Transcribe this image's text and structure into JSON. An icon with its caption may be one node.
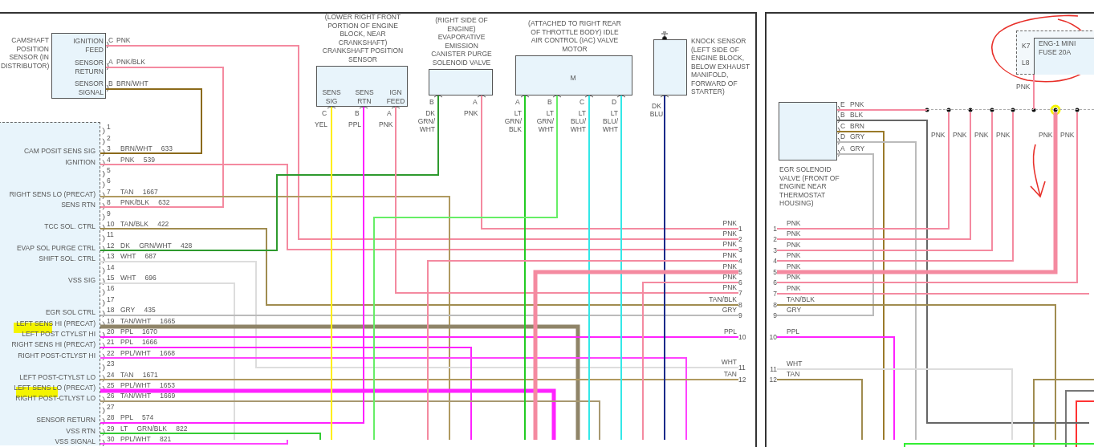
{
  "diagram": {
    "nodes": [
      {
        "text": [
          "CAMSHAFT POSITION SENSOR (IN DISTRIBUTOR)",
          "IGNITION FEED",
          "SENSOR RETURN",
          "SENSOR SIGNAL"
        ]
      },
      {
        "text": [
          "CAM POSIT SENS SIG",
          "IGNITION",
          "RIGHT SENS LO (PRECAT)",
          "SENS RTN",
          "TCC SOL. CTRL",
          "EVAP SOL PURGE CTRL",
          "SHIFT SOL. CTRL",
          "VSS SIG",
          "EGR SOL CTRL",
          "LEFT SENS HI (PRECAT)",
          "LEFT POST CTYLST HI",
          "RIGHT SENS HI (PRECAT)",
          "RIGHT POST-CTLYST HI",
          "LEFT POST-CTYLST LO",
          "LEFT SENS LO (PRECAT)",
          "RIGHT POST-CTLYST LO",
          "SENSOR RETURN",
          "VSS RTN",
          "VSS SIGNAL"
        ]
      },
      {
        "text": [
          "(LOWER RIGHT FRONT PORTION OF ENGINE BLOCK, NEAR CRANKSHAFT) CRANKSHAFT POSITION SENSOR",
          "SENS SIG",
          "SENS RTN",
          "IGN FEED"
        ]
      },
      {
        "text": [
          "(RIGHT SIDE OF ENGINE) EVAPORATIVE EMISSION CANISTER PURGE SOLENOID VALVE"
        ]
      },
      {
        "text": [
          "(ATTACHED TO RIGHT REAR OF THROTTLE BODY) IDLE AIR CONTROL (IAC) VALVE MOTOR",
          "M"
        ]
      },
      {
        "text": [
          "KNOCK SENSOR (LEFT SIDE OF ENGINE BLOCK, BELOW EXHAUST MANIFOLD, FORWARD OF STARTER)"
        ]
      },
      {
        "text": [
          "EGR SOLENOID VALVE (FRONT OF ENGINE NEAR THERMOSTAT HOUSING)"
        ]
      },
      {
        "text": [
          "K7",
          "ENG-1 MINI FUSE 20A",
          "L8"
        ]
      },
      {
        "text": [
          "1"
        ],
        "beside": [
          "PNK"
        ]
      },
      {
        "text": [
          "2"
        ],
        "beside": [
          "PNK"
        ]
      },
      {
        "text": [
          "3"
        ],
        "beside": [
          "PNK"
        ]
      },
      {
        "text": [
          "4"
        ],
        "beside": [
          "PNK"
        ]
      },
      {
        "text": [
          "5"
        ],
        "beside": [
          "PNK"
        ]
      },
      {
        "text": [
          "6"
        ],
        "beside": [
          "PNK"
        ]
      },
      {
        "text": [
          "7"
        ],
        "beside": [
          "PNK"
        ]
      },
      {
        "text": [
          "8"
        ],
        "beside": [
          "TAN/BLK"
        ]
      },
      {
        "text": [
          "9"
        ],
        "beside": [
          "GRY"
        ]
      },
      {
        "text": [
          "10"
        ],
        "beside": [
          "PPL"
        ]
      },
      {
        "text": [
          "11"
        ],
        "beside": [
          "WHT"
        ]
      },
      {
        "text": [
          "12"
        ],
        "beside": [
          "TAN"
        ]
      },
      {
        "text": [
          "1"
        ],
        "beside": [
          "PNK"
        ]
      },
      {
        "text": [
          "2"
        ],
        "beside": [
          "PNK"
        ]
      },
      {
        "text": [
          "3"
        ],
        "beside": [
          "PNK"
        ]
      },
      {
        "text": [
          "4"
        ],
        "beside": [
          "PNK"
        ]
      },
      {
        "text": [
          "5"
        ],
        "beside": [
          "PNK"
        ]
      },
      {
        "text": [
          "6"
        ],
        "beside": [
          "PNK"
        ]
      },
      {
        "text": [
          "7"
        ],
        "beside": [
          "PNK"
        ]
      },
      {
        "text": [
          "8"
        ],
        "beside": [
          "TAN/BLK"
        ]
      },
      {
        "text": [
          "9"
        ],
        "beside": [
          "GRY"
        ]
      },
      {
        "text": [
          "10"
        ],
        "beside": [
          "PPL"
        ]
      },
      {
        "text": [
          "11"
        ],
        "beside": [
          "WHT"
        ]
      },
      {
        "text": [
          "12"
        ],
        "beside": [
          "TAN"
        ]
      },
      {
        "text": [],
        "shape": "bar"
      }
    ],
    "edges": [
      {
        "from": 0,
        "to": 9,
        "arrow": "none",
        "color": "#f48aa0"
      },
      {
        "from": 0,
        "to": 1,
        "arrow": "none",
        "color": "#f48aa0"
      },
      {
        "from": 0,
        "to": 1,
        "arrow": "none",
        "color": "#8b6a1a"
      },
      {
        "from": 1,
        "to": 10,
        "arrow": "none",
        "color": "#f48aa0"
      },
      {
        "from": 1,
        "to": null,
        "arrow": "none",
        "color": "#b09a60"
      },
      {
        "from": 1,
        "to": 15,
        "arrow": "none",
        "color": "#a08c50"
      },
      {
        "from": 1,
        "to": 3,
        "arrow": "none",
        "color": "#2e9a2e"
      },
      {
        "from": 1,
        "to": 18,
        "arrow": "none",
        "color": "#dddddd"
      },
      {
        "from": 1,
        "to": null,
        "arrow": "none",
        "color": "#dddddd"
      },
      {
        "from": 1,
        "to": 16,
        "arrow": "none",
        "color": "#bbbbbb"
      },
      {
        "from": 1,
        "to": null,
        "arrow": "none",
        "style": "thick",
        "color": "#8f8468"
      },
      {
        "from": 1,
        "to": 17,
        "arrow": "none",
        "color": "#ff22ff"
      },
      {
        "from": 1,
        "to": null,
        "arrow": "none",
        "color": "#ff22ff"
      },
      {
        "from": 1,
        "to": null,
        "arrow": "none",
        "color": "#ff44ff"
      },
      {
        "from": 1,
        "to": 19,
        "arrow": "none",
        "color": "#b09a60"
      },
      {
        "from": 1,
        "to": null,
        "arrow": "none",
        "style": "thick",
        "color": "#ff22ff"
      },
      {
        "from": 1,
        "to": null,
        "arrow": "none",
        "color": "#a89870"
      },
      {
        "from": 2,
        "to": 1,
        "arrow": "none",
        "color": "#ff22ff"
      },
      {
        "from": 1,
        "to": null,
        "arrow": "none",
        "color": "#33cc33"
      },
      {
        "from": 1,
        "to": null,
        "arrow": "none",
        "color": "#ff44ff"
      },
      {
        "from": 2,
        "to": null,
        "arrow": "none",
        "color": "#ffee00"
      },
      {
        "from": 2,
        "to": 14,
        "arrow": "none",
        "color": "#f48aa0"
      },
      {
        "from": 3,
        "to": 8,
        "arrow": "none",
        "color": "#f48aa0"
      },
      {
        "from": 4,
        "to": null,
        "arrow": "none",
        "color": "#22cc22"
      },
      {
        "from": 4,
        "to": null,
        "arrow": "none",
        "color": "#66ee66"
      },
      {
        "from": 4,
        "to": null,
        "arrow": "none",
        "color": "#33e8e8"
      },
      {
        "from": 4,
        "to": null,
        "arrow": "none",
        "color": "#33e8e8"
      },
      {
        "from": 5,
        "to": null,
        "arrow": "none",
        "color": "#1a2a8a"
      },
      {
        "from": null,
        "to": 11,
        "arrow": "none",
        "color": "#f48aa0"
      },
      {
        "from": null,
        "to": 12,
        "arrow": "none",
        "style": "thick",
        "color": "#f48aa0"
      },
      {
        "from": null,
        "to": 13,
        "arrow": "none",
        "color": "#f48aa0"
      },
      {
        "from": 6,
        "to": 32,
        "arrow": "none",
        "color": "#f48aa0"
      },
      {
        "from": 6,
        "to": null,
        "arrow": "none",
        "color": "#666666"
      },
      {
        "from": 6,
        "to": null,
        "arrow": "none",
        "color": "#9a7a2a"
      },
      {
        "from": 6,
        "to": null,
        "arrow": "none",
        "color": "#bbbbbb"
      },
      {
        "from": 6,
        "to": 28,
        "arrow": "none",
        "color": "#bbbbbb"
      },
      {
        "from": 7,
        "to": 32,
        "arrow": "none",
        "color": "#f48aa0"
      },
      {
        "from": 32,
        "to": 20,
        "arrow": "none",
        "color": "#f48aa0"
      },
      {
        "from": 32,
        "to": 21,
        "arrow": "none",
        "color": "#f48aa0"
      },
      {
        "from": 32,
        "to": 22,
        "arrow": "none",
        "color": "#f48aa0"
      },
      {
        "from": 32,
        "to": 23,
        "arrow": "none",
        "color": "#f48aa0"
      },
      {
        "from": 32,
        "to": 24,
        "arrow": "none",
        "style": "thick",
        "color": "#f48aa0"
      },
      {
        "from": 32,
        "to": 25,
        "arrow": "none",
        "color": "#f48aa0"
      },
      {
        "from": 26,
        "to": null,
        "arrow": "none",
        "color": "#f48aa0"
      },
      {
        "from": 27,
        "to": null,
        "arrow": "none",
        "color": "#a08c50"
      },
      {
        "from": 29,
        "to": null,
        "arrow": "none",
        "color": "#ff22ff"
      },
      {
        "from": 30,
        "to": null,
        "arrow": "none",
        "color": "#dddddd"
      },
      {
        "from": 31,
        "to": null,
        "arrow": "none",
        "color": "#a08c50"
      }
    ],
    "labels": [
      "C",
      "PNK",
      "A",
      "PNK/BLK",
      "B",
      "BRN/WHT",
      "1",
      "2",
      "3",
      "BRN/WHT 633",
      "4",
      "PNK 539",
      "5",
      "6",
      "7",
      "TAN 1667",
      "8",
      "PNK/BLK 632",
      "9",
      "10",
      "TAN/BLK 422",
      "11",
      "12",
      "DK GRN/WHT 428",
      "13",
      "WHT 687",
      "14",
      "15",
      "WHT 696",
      "16",
      "17",
      "18",
      "GRY 435",
      "19",
      "TAN/WHT 1665",
      "20",
      "PPL 1670",
      "21",
      "PPL 1666",
      "22",
      "PPL/WHT 1668",
      "23",
      "24",
      "TAN 1671",
      "25",
      "PPL/WHT 1653",
      "26",
      "TAN/WHT 1669",
      "27",
      "28",
      "PPL 574",
      "29",
      "LT GRN/BLK 822",
      "30",
      "PPL/WHT 821",
      "C",
      "YEL",
      "B",
      "PPL",
      "A",
      "PNK",
      "B",
      "DK GRN/WHT",
      "A",
      "PNK",
      "A",
      "LT GRN/BLK",
      "B",
      "LT GRN/WHT",
      "C",
      "LT BLU/WHT",
      "D",
      "LT BLU/WHT",
      "DK BLU",
      "E",
      "PNK",
      "B",
      "BLK",
      "C",
      "BRN",
      "D",
      "GRY",
      "A",
      "GRY",
      "PNK",
      "PNK",
      "PNK",
      "PNK",
      "PNK",
      "PNK",
      "PNK"
    ]
  }
}
